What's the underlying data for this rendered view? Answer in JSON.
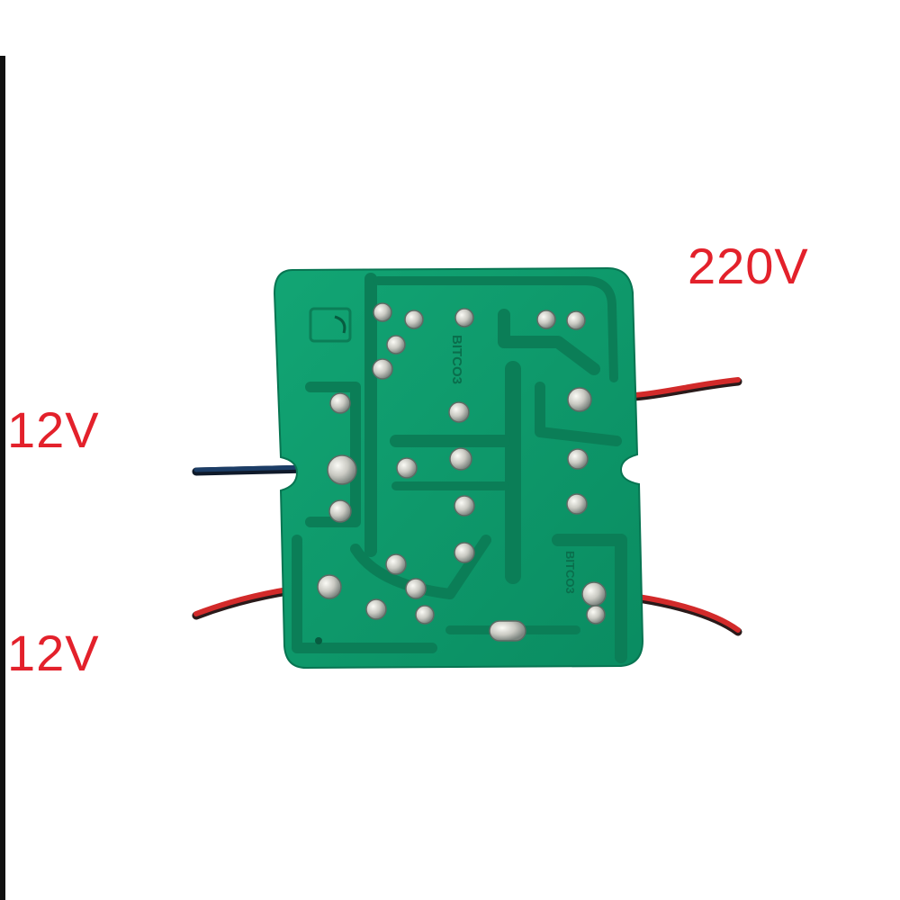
{
  "labels": {
    "high_voltage": "220V",
    "low_voltage_top": "12V",
    "low_voltage_bottom": "12V"
  },
  "silkscreen": {
    "upper": "BITCO3",
    "lower": "BITCO3"
  },
  "colors": {
    "label_red": "#e3212b",
    "board_green": "#0e9a6c",
    "trace_green": "#0b7e57",
    "solder_silver": "#d6d6d0",
    "wire_red": "#d22a2a",
    "wire_blue": "#1c3d66"
  }
}
